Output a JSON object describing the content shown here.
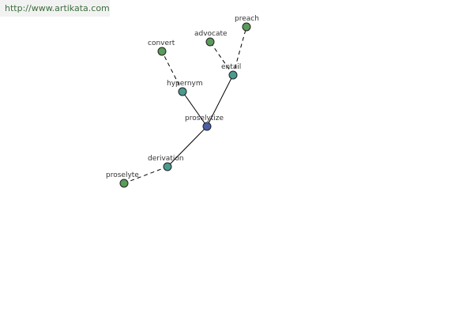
{
  "banner": {
    "url": "http://www.artikata.com"
  },
  "colors": {
    "center": "#4a5ea8",
    "relation": "#4a9a8e",
    "word": "#5a9a5a",
    "banner_text": "#3c6e3c",
    "banner_bg": "#f2f2f2"
  },
  "graph": {
    "nodes": [
      {
        "id": "proselytize",
        "label": "proselytize",
        "kind": "center"
      },
      {
        "id": "hypernym",
        "label": "hypernym",
        "kind": "relation"
      },
      {
        "id": "entail",
        "label": "entail",
        "kind": "relation"
      },
      {
        "id": "derivation",
        "label": "derivation",
        "kind": "relation"
      },
      {
        "id": "convert",
        "label": "convert",
        "kind": "word"
      },
      {
        "id": "advocate",
        "label": "advocate",
        "kind": "word"
      },
      {
        "id": "preach",
        "label": "preach",
        "kind": "word"
      },
      {
        "id": "proselyte",
        "label": "proselyte",
        "kind": "word"
      }
    ],
    "edges": [
      {
        "from": "proselytize",
        "to": "hypernym",
        "style": "solid"
      },
      {
        "from": "proselytize",
        "to": "entail",
        "style": "solid"
      },
      {
        "from": "proselytize",
        "to": "derivation",
        "style": "solid"
      },
      {
        "from": "hypernym",
        "to": "convert",
        "style": "dashed"
      },
      {
        "from": "entail",
        "to": "advocate",
        "style": "dashed"
      },
      {
        "from": "entail",
        "to": "preach",
        "style": "dashed"
      },
      {
        "from": "derivation",
        "to": "proselyte",
        "style": "dashed"
      }
    ]
  }
}
